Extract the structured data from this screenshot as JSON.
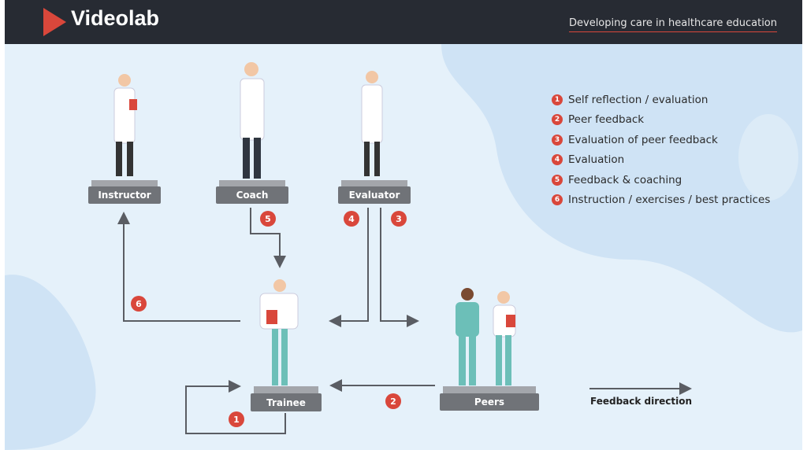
{
  "header": {
    "brand": "Videolab",
    "tagline": "Developing care in healthcare education"
  },
  "roles": {
    "instructor": "Instructor",
    "coach": "Coach",
    "evaluator": "Evaluator",
    "trainee": "Trainee",
    "peers": "Peers"
  },
  "legend": [
    {
      "num": "1",
      "label": "Self reflection / evaluation"
    },
    {
      "num": "2",
      "label": "Peer feedback"
    },
    {
      "num": "3",
      "label": "Evaluation of peer feedback"
    },
    {
      "num": "4",
      "label": "Evaluation"
    },
    {
      "num": "5",
      "label": "Feedback & coaching"
    },
    {
      "num": "6",
      "label": "Instruction / exercises / best practices"
    }
  ],
  "feedback_direction": "Feedback direction",
  "colors": {
    "accent": "#d9473b",
    "header": "#272b33",
    "pedestal": "#707378",
    "arrow": "#5a5d63",
    "background": "#e5f1fa"
  }
}
